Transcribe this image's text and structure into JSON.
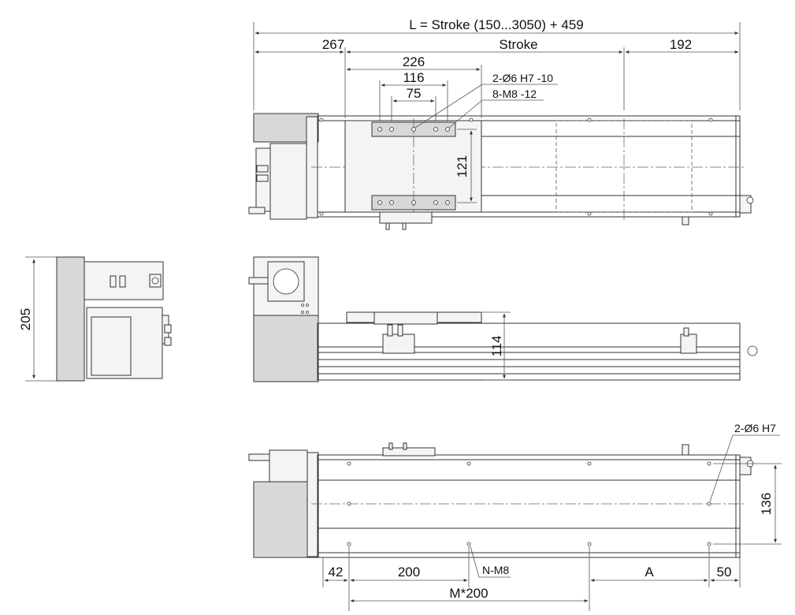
{
  "dimensions": {
    "total_length": "L = Stroke (150...3050) + 459",
    "left_offset": "267",
    "stroke": "Stroke",
    "right_offset": "192",
    "carriage_width": "226",
    "hole_spacing_outer": "116",
    "hole_spacing_inner": "75",
    "carriage_depth": "121",
    "height": "205",
    "carriage_height": "114",
    "mount_spacing": "136",
    "end_offset_left": "42",
    "pitch": "200",
    "dim_a": "A",
    "end_offset_right": "50",
    "pitch_total": "M*200"
  },
  "notes": {
    "pin_holes_carriage": "2-Ø6 H7 -10",
    "threaded_holes_carriage": "8-M8 -12",
    "pin_holes_base": "2-Ø6 H7",
    "threaded_holes_base": "N-M8"
  }
}
